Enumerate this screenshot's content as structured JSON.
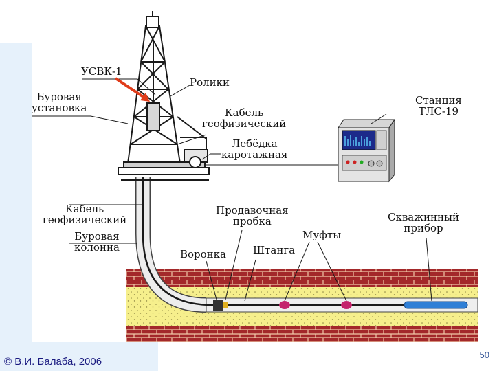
{
  "labels": {
    "usvk": "УСВК-1",
    "rig": "Буровая\nустановка",
    "rollers": "Ролики",
    "station": "Станция\nТЛС-19",
    "cable_top": "Кабель\nгеофизический",
    "winch": "Лебёдка\nкаротажная",
    "cable_left": "Кабель\nгеофизический",
    "drill_column": "Буровая\nколонна",
    "plug": "Продавочная\nпробка",
    "couplings": "Муфты",
    "tool": "Скважинный\nприбор",
    "funnel": "Воронка",
    "rod": "Штанга"
  },
  "footer": {
    "copyright": "© В.И. Балаба, 2006",
    "page": "50"
  },
  "colors": {
    "brick": "#a3282a",
    "sand": "#f6ef8c",
    "cable": "#1a1a1a",
    "tool": "#2f7fd6",
    "coupling": "#c4246c",
    "arrow": "#e03c1a",
    "sidebar": "#e6f1fb"
  }
}
